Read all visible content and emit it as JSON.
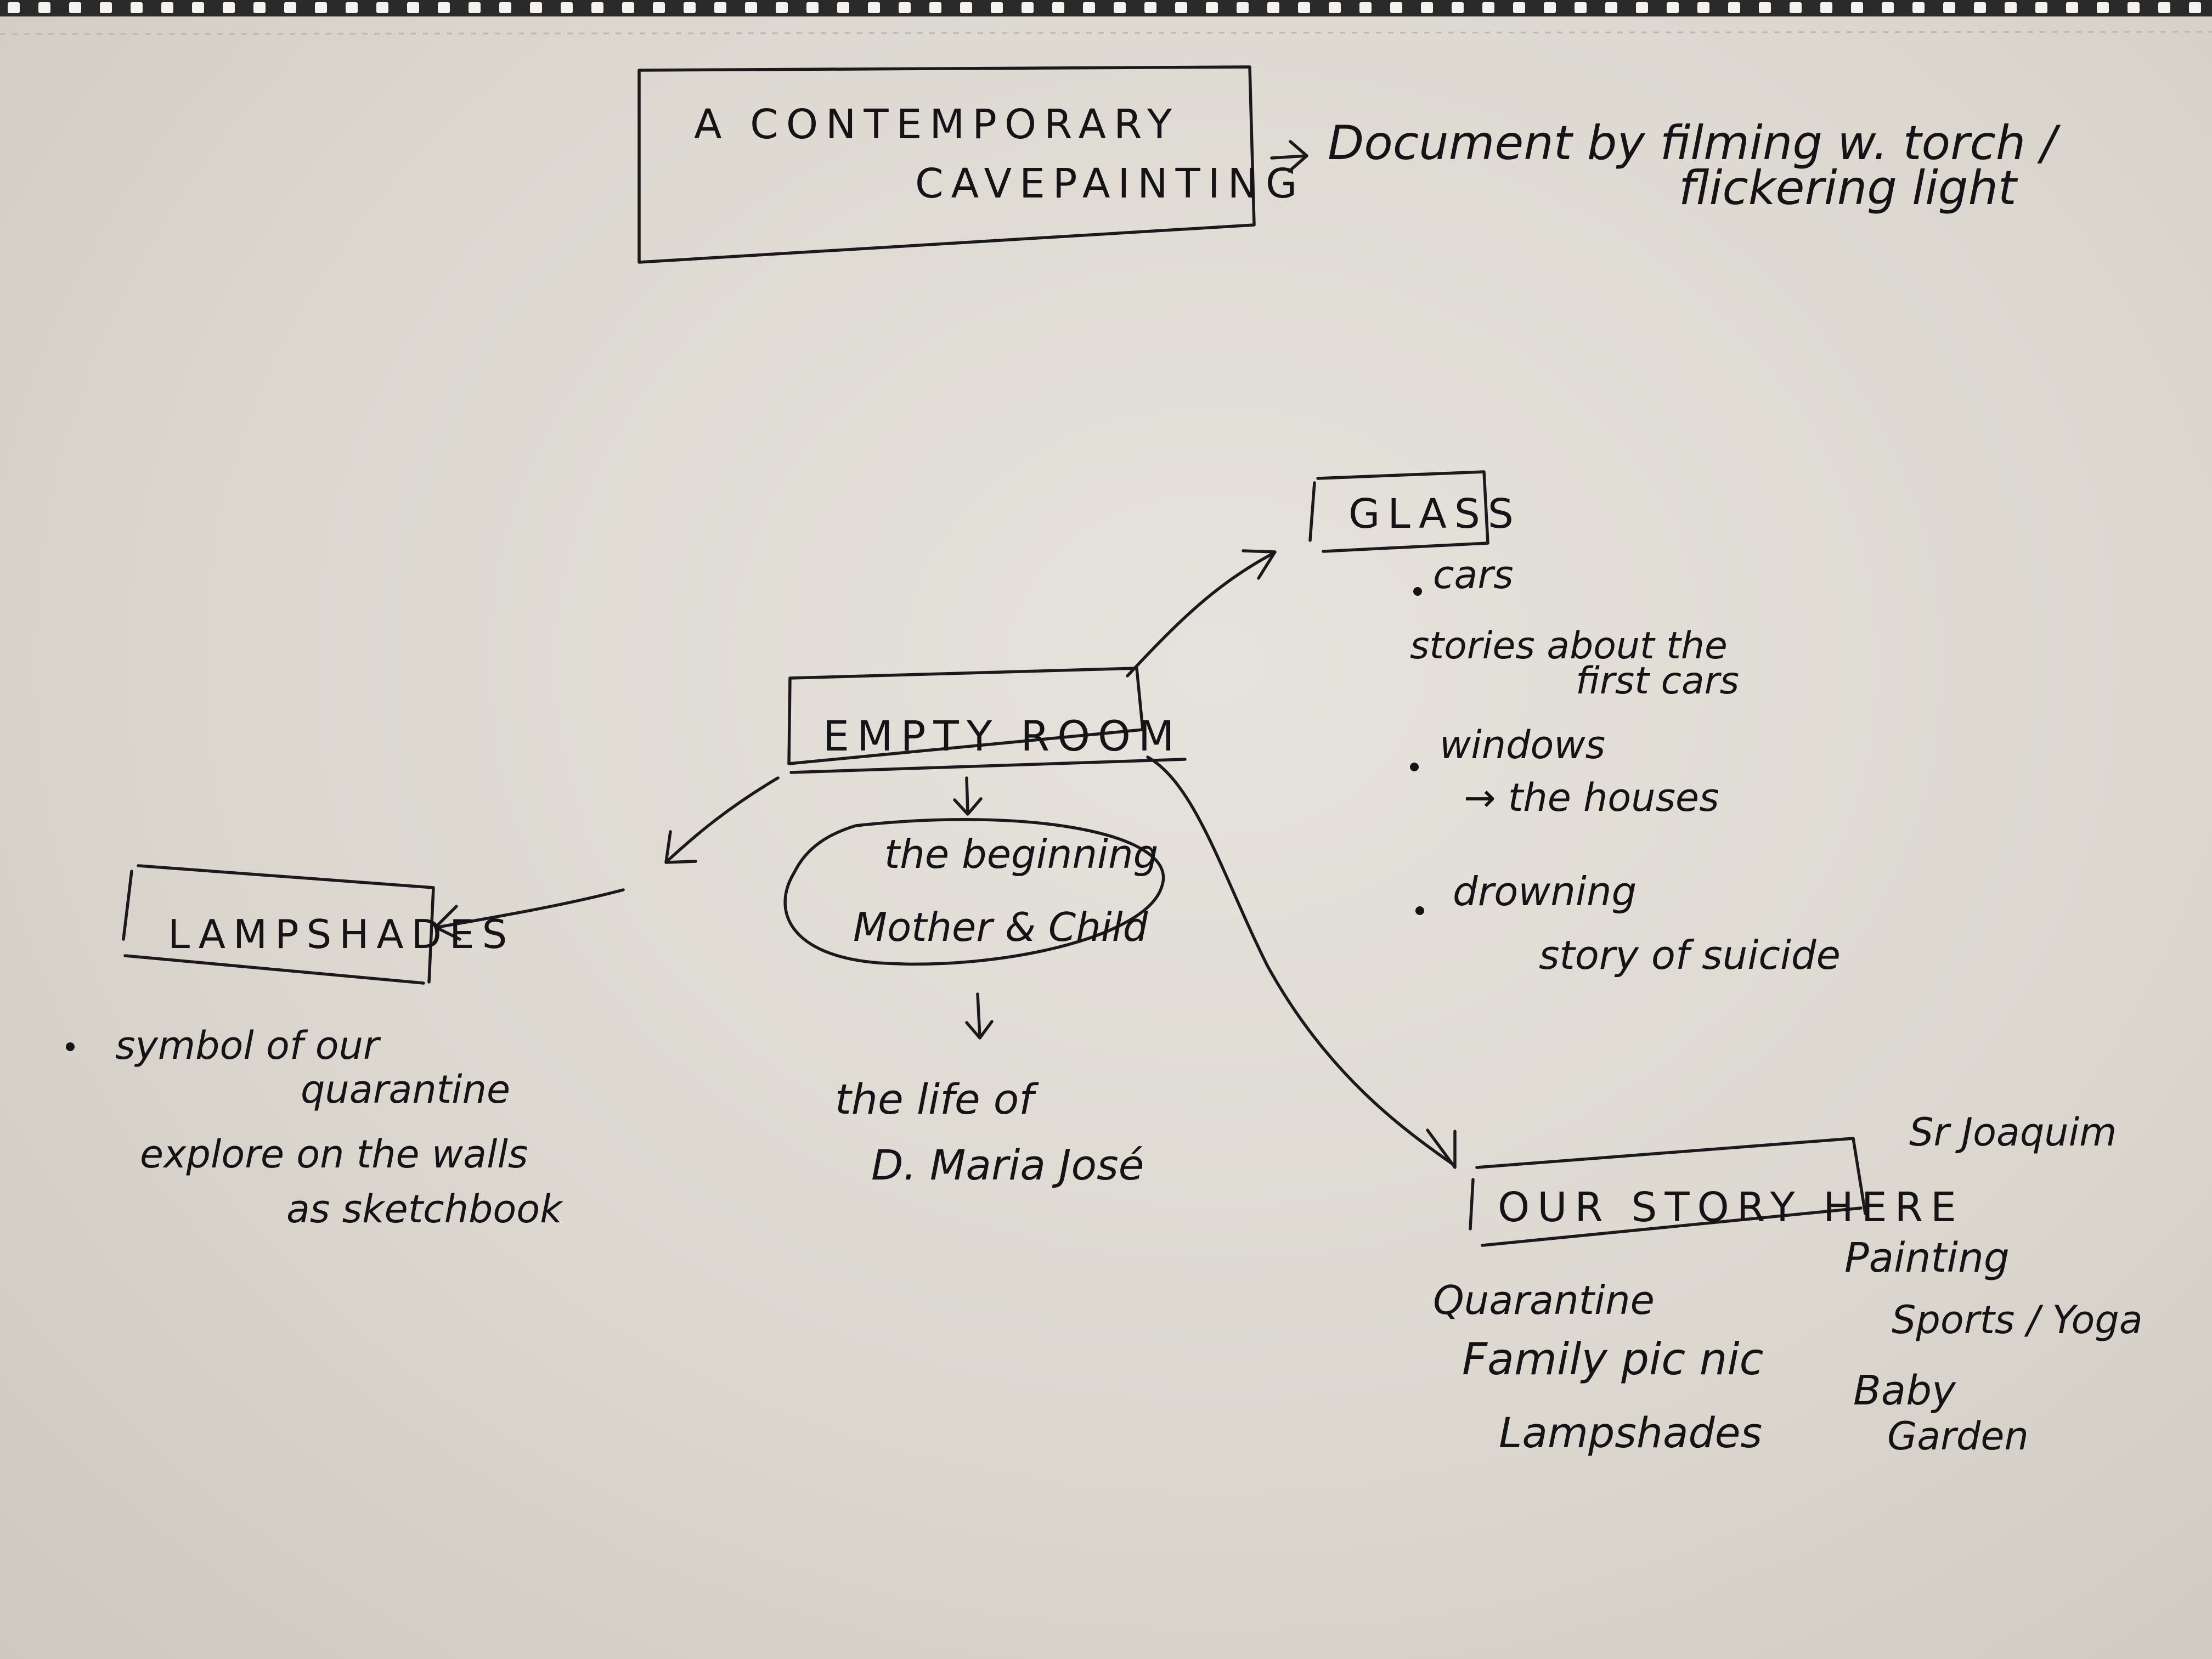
{
  "colors": {
    "paper": "#dcd8d0",
    "ink": "#141416"
  },
  "title_box": {
    "line1": "A CONTEMPORARY",
    "line2": "CAVEPAINTING",
    "note_line1": "Document by filming w. torch /",
    "note_line2": "flickering light"
  },
  "center": {
    "label": "EMPTY ROOM",
    "oval_line1": "the beginning",
    "oval_line2": "Mother & Child",
    "below_line1": "the life of",
    "below_line2": "D. Maria José"
  },
  "glass": {
    "label": "GLASS",
    "items": [
      {
        "line1": "cars",
        "line2": "stories about the",
        "line3": "first cars"
      },
      {
        "line1": "windows",
        "line2": "→ the houses"
      },
      {
        "line1": "drowning",
        "line2": "story of suicide"
      }
    ]
  },
  "lampshades": {
    "label": "LAMPSHADES",
    "line1": "symbol of our",
    "line2": "quarantine",
    "line3": "explore on the walls",
    "line4": "as sketchbook"
  },
  "our_story": {
    "label": "OUR STORY HERE",
    "aside": "Sr Joaquim",
    "left_items": [
      "Quarantine",
      "Family pic nic",
      "Lampshades"
    ],
    "right_items": [
      "Painting",
      "Sports / Yoga",
      "Baby",
      "Garden"
    ]
  }
}
